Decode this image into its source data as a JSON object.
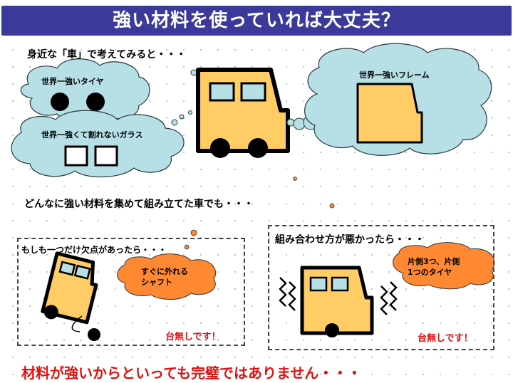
{
  "title": "強い材料を使っていれば大丈夫？",
  "intro": "身近な「車」で考えてみると・・・",
  "bubbles": {
    "tire": "世界一強いタイヤ",
    "glass": "世界一強くて割れないガラス",
    "frame": "世界一強いフレーム"
  },
  "middle_text": "どんなに強い材料を集めて組み立てた車でも・・・",
  "case_left": {
    "heading": "もしも一つだけ欠点があったら・・・",
    "bubble": "すぐに外れる\nシャフト",
    "result": "台無しです！"
  },
  "case_right": {
    "heading": "組み合わせ方が悪かったら・・・",
    "bubble": "片側3つ、片側\n1つのタイヤ",
    "result": "台無しです！"
  },
  "conclusion": "材料が強いからといっても完璧ではありません・・・",
  "colors": {
    "title_bg": "#3b3a9a",
    "cloud_fill": "#b7dfe6",
    "car_body": "#ffcc66",
    "window": "#b7dfe6",
    "orange_bubble": "#ff8833",
    "red_text": "#e01010"
  }
}
